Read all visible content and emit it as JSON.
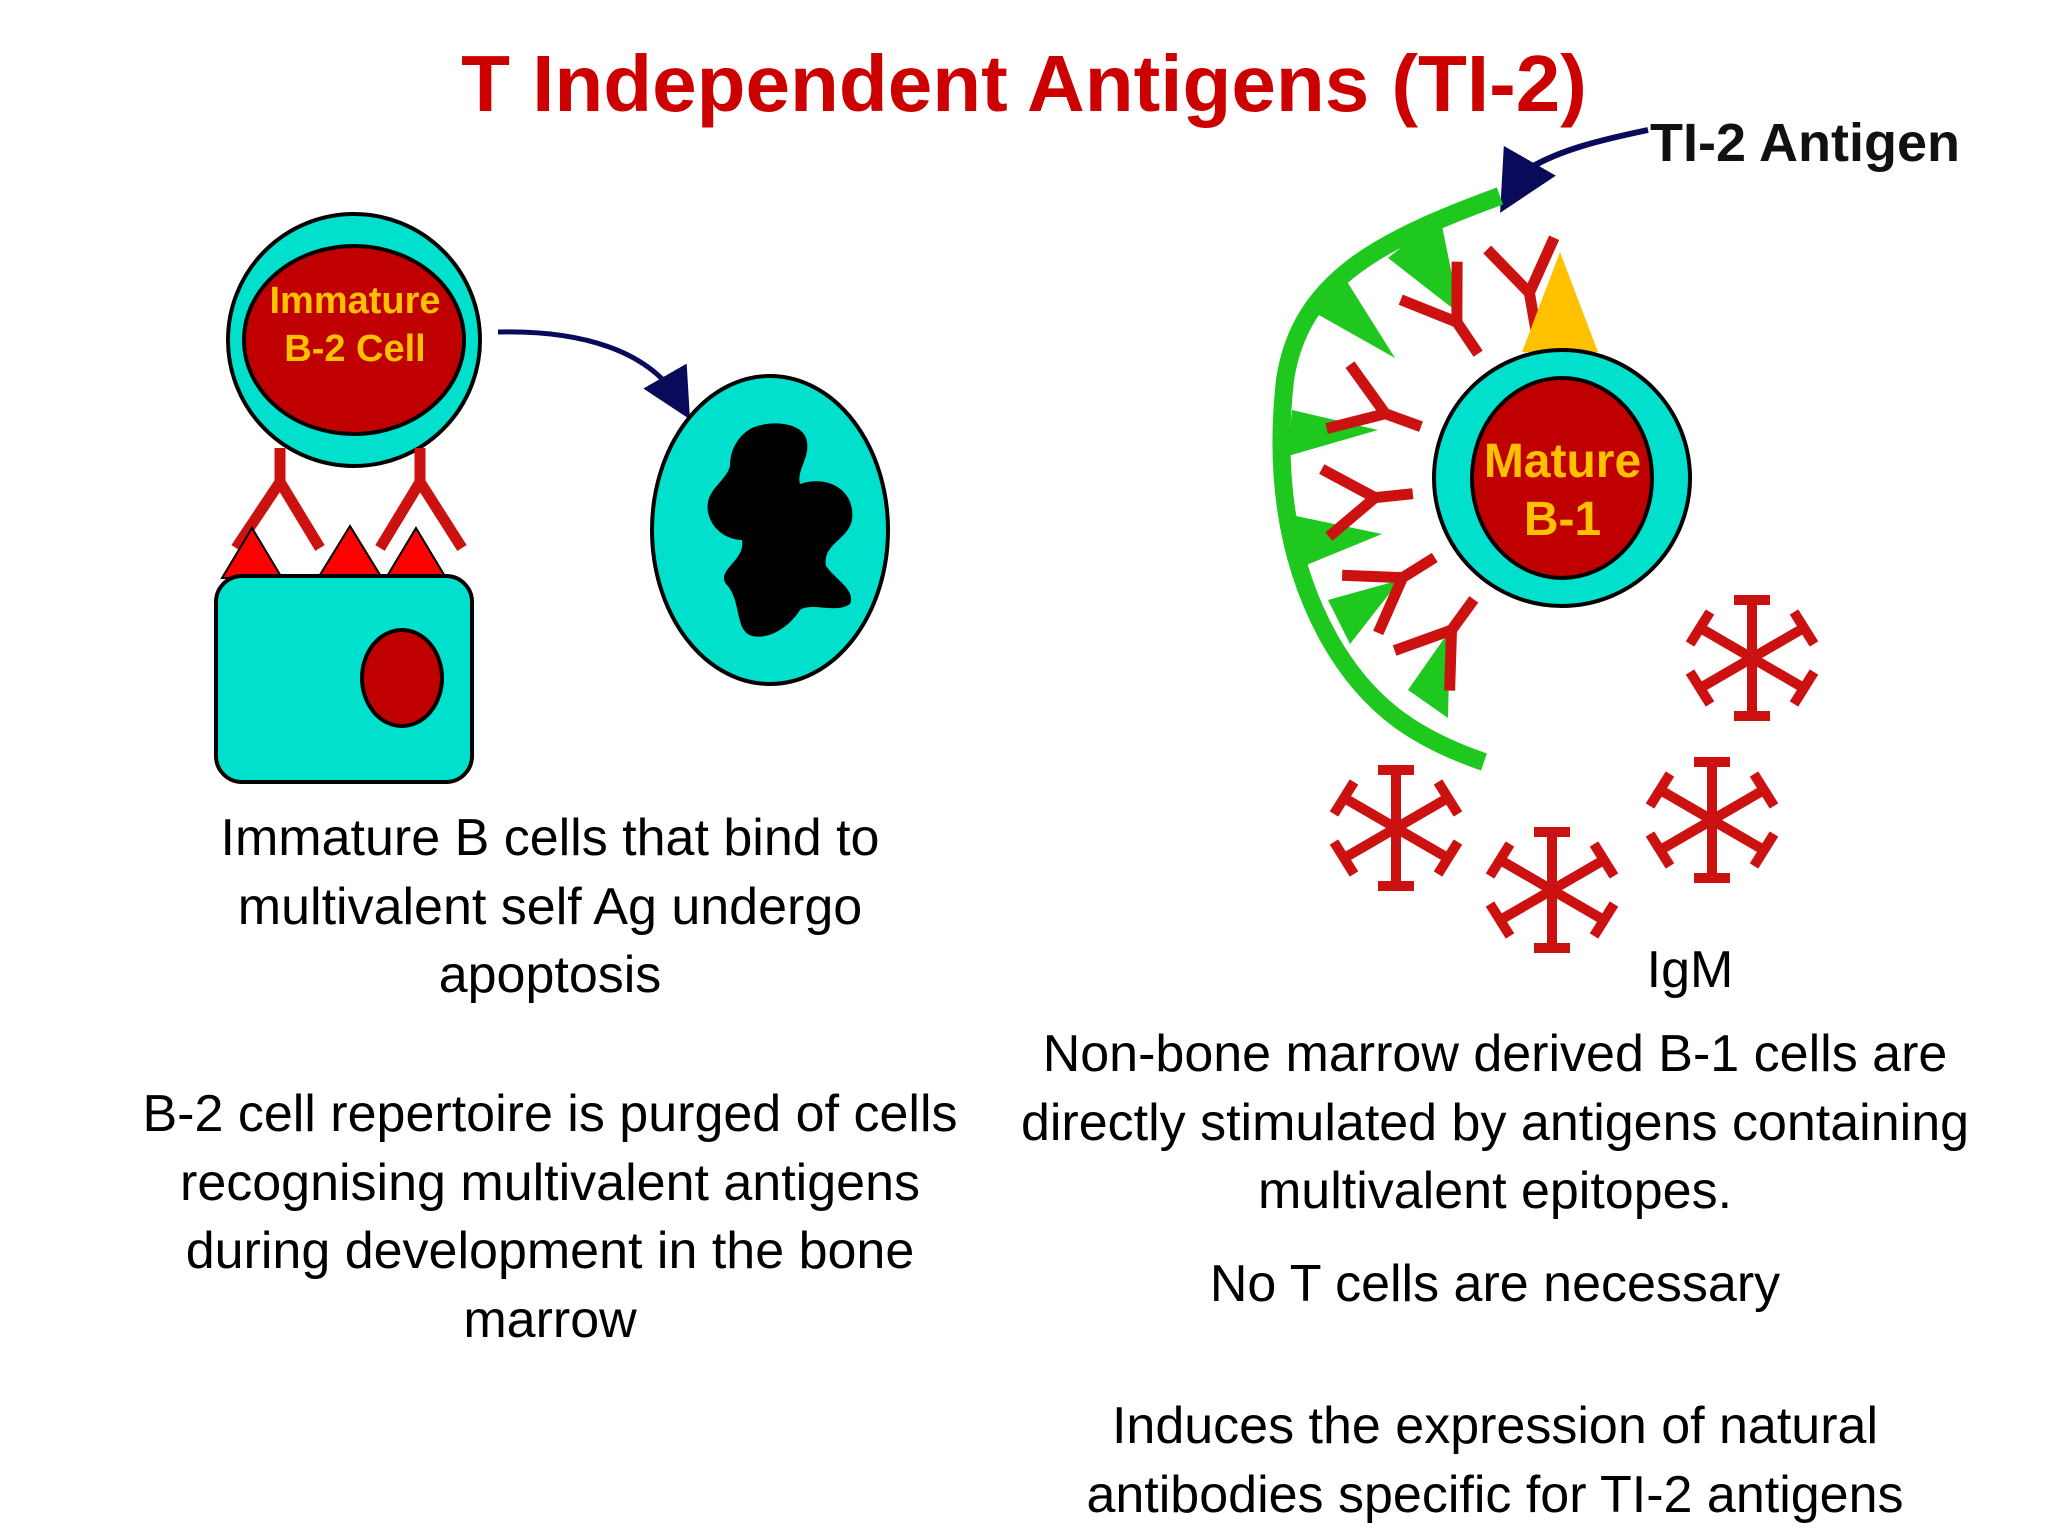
{
  "title": "T Independent Antigens (TI-2)",
  "labels": {
    "ti2_antigen": "TI-2 Antigen",
    "immature_cell_line1": "Immature",
    "immature_cell_line2": "B-2 Cell",
    "mature_cell_line1": "Mature",
    "mature_cell_line2": "B-1",
    "igm": "IgM"
  },
  "left_text": {
    "paragraph1": "Immature  B cells that bind to multivalent self Ag undergo apoptosis",
    "paragraph2": "B-2 cell repertoire is purged of cells recognising multivalent antigens during development in the bone marrow"
  },
  "right_text": {
    "paragraph1": "Non-bone marrow derived B-1 cells are directly stimulated by antigens containing multivalent epitopes.",
    "paragraph2": "No T cells are necessary",
    "paragraph3": "Induces the expression of natural antibodies specific for TI-2 antigens"
  },
  "colors": {
    "title_red": "#cc0000",
    "cell_cyan": "#00e0cc",
    "nucleus_red": "#c00000",
    "label_gold": "#ffc000",
    "antigen_green": "#1ec81e",
    "antibody_red": "#cc1111",
    "arrow_navy": "#0a0a5a"
  }
}
